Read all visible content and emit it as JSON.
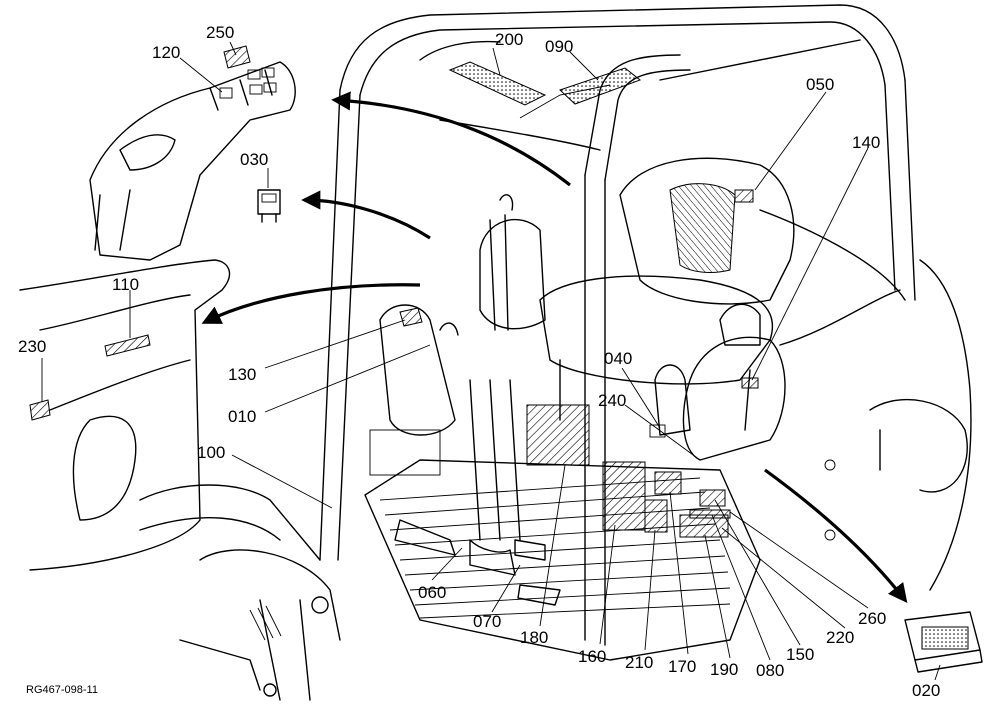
{
  "figure_code": "RG467-098-11",
  "labels": {
    "l250": "250",
    "l120": "120",
    "l030": "030",
    "l110": "110",
    "l230": "230",
    "l130": "130",
    "l010": "010",
    "l100": "100",
    "l200": "200",
    "l090": "090",
    "l050": "050",
    "l140": "140",
    "l040": "040",
    "l240": "240",
    "l060": "060",
    "l070": "070",
    "l180": "180",
    "l160": "160",
    "l210": "210",
    "l170": "170",
    "l190": "190",
    "l080": "080",
    "l150": "150",
    "l220": "220",
    "l260": "260",
    "l020": "020"
  },
  "colors": {
    "line": "#000000",
    "background": "#ffffff"
  }
}
